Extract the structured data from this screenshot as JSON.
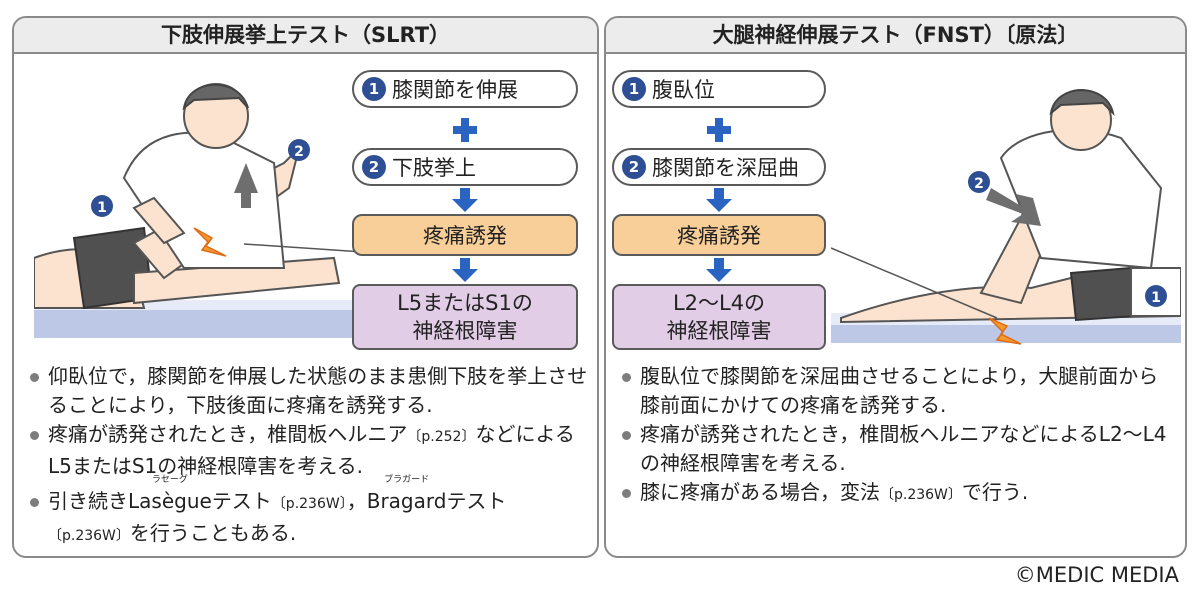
{
  "left_panel": {
    "title": "下肢伸展挙上テスト（SLRT）",
    "figure_label_1": "1",
    "figure_label_2": "2",
    "steps": [
      {
        "number": "1",
        "label": "膝関節を伸展"
      },
      {
        "number": "2",
        "label": "下肢挙上"
      }
    ],
    "pain": "疼痛誘発",
    "result_line1": "L5またはS1の",
    "result_line2": "神経根障害",
    "notes": [
      {
        "text": "仰臥位で，膝関節を伸展した状態のまま患側下肢を挙上させることにより，下肢後面に疼痛を誘発する."
      },
      {
        "text_a": "疼痛が誘発されたとき，椎間板ヘルニア",
        "ref": "〔p.252〕",
        "text_b": "などによるL5またはS1の神経根障害を考える."
      },
      {
        "pre": "引き続き",
        "term1": "Lasègue",
        "ruby1": "ラセーグ",
        "mid": "テスト",
        "ref1": "〔p.236W〕",
        "comma": "，",
        "term2": "Bragard",
        "ruby2": "ブラガード",
        "mid2": "テスト",
        "ref2": "〔p.236W〕",
        "post": "を行うこともある."
      }
    ]
  },
  "right_panel": {
    "title": "大腿神経伸展テスト（FNST）〔原法〕",
    "figure_label_1": "1",
    "figure_label_2": "2",
    "steps": [
      {
        "number": "1",
        "label": "腹臥位"
      },
      {
        "number": "2",
        "label": "膝関節を深屈曲"
      }
    ],
    "pain": "疼痛誘発",
    "result_line1": "L2〜L4の",
    "result_line2": "神経根障害",
    "notes": [
      {
        "text": "腹臥位で膝関節を深屈曲させることにより，大腿前面から膝前面にかけての疼痛を誘発する."
      },
      {
        "text": "疼痛が誘発されたとき，椎間板ヘルニアなどによるL2〜L4の神経根障害を考える."
      },
      {
        "text_a": "膝に疼痛がある場合，変法",
        "ref": "〔p.236W〕",
        "text_b": "で行う."
      }
    ]
  },
  "copyright": "©MEDIC MEDIA",
  "colors": {
    "accent_blue": "#2e4f93",
    "arrow_blue": "#2a64c0",
    "pain_orange": "#f8cf98",
    "result_purple": "#e2cde6",
    "title_gray": "#ececec"
  }
}
